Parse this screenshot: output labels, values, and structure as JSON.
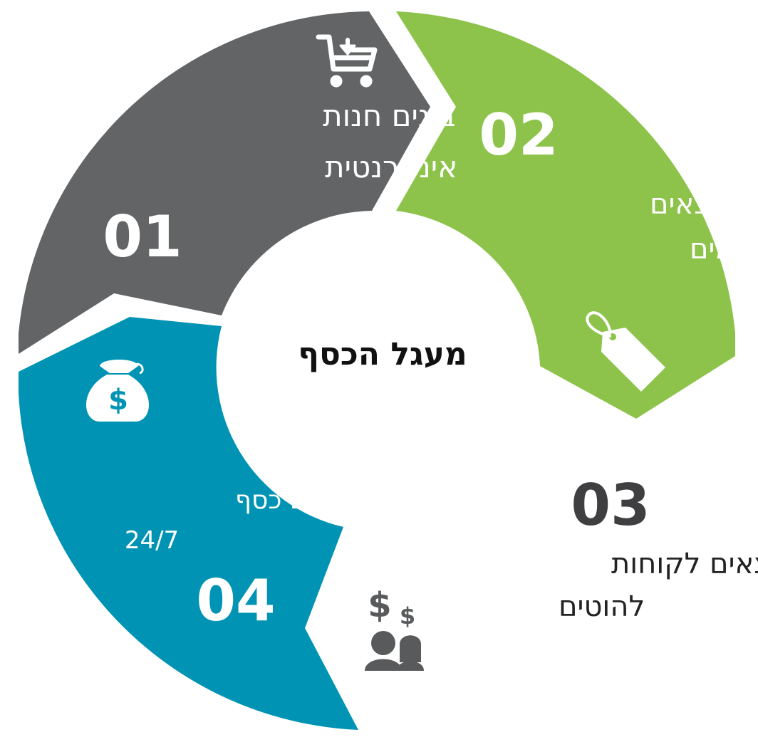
{
  "diagram": {
    "center_title": "מעגל הכסף",
    "steps": [
      {
        "number": "01",
        "lines": [
          "בונים חנות",
          "אינטרנטית"
        ],
        "color": "#636466",
        "icon": "shopping-cart-icon"
      },
      {
        "number": "02",
        "lines": [
          "מוצאים",
          "מוצרים חמים"
        ],
        "color": "#8dc34a",
        "icon": "price-tag-icon"
      },
      {
        "number": "03",
        "lines": [
          "מוצאים לקוחות",
          "להוטים"
        ],
        "color": "#3f3f41",
        "icon": "customers-money-icon"
      },
      {
        "number": "04",
        "lines": [
          "מרוויחים כסף",
          "24/7"
        ],
        "color": "#0093b4",
        "icon": "money-bag-icon"
      }
    ]
  }
}
